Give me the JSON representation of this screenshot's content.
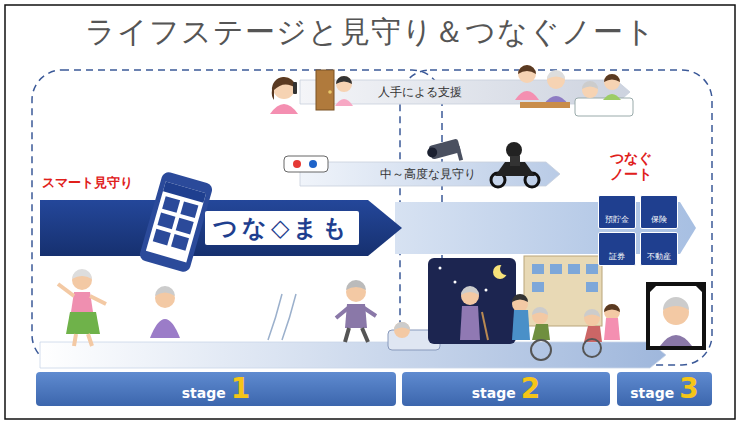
{
  "diagram": {
    "title": "ライフステージと見守り＆つなぐノート",
    "nodes": [
      {
        "text": [
          "人手による支援"
        ]
      },
      {
        "text": [
          "中～高度な見守り"
        ]
      },
      {
        "text": [
          "つな◇まも"
        ]
      },
      {
        "text": [
          "預貯金"
        ]
      },
      {
        "text": [
          "保険"
        ]
      },
      {
        "text": [
          "証券"
        ]
      },
      {
        "text": [
          "不動産"
        ]
      },
      {
        "text": [
          "stage",
          "1"
        ]
      },
      {
        "text": [
          "stage",
          "2"
        ]
      },
      {
        "text": [
          "stage",
          "3"
        ]
      }
    ],
    "labels": [
      "スマート見守り",
      "つなぐ ノート"
    ]
  }
}
